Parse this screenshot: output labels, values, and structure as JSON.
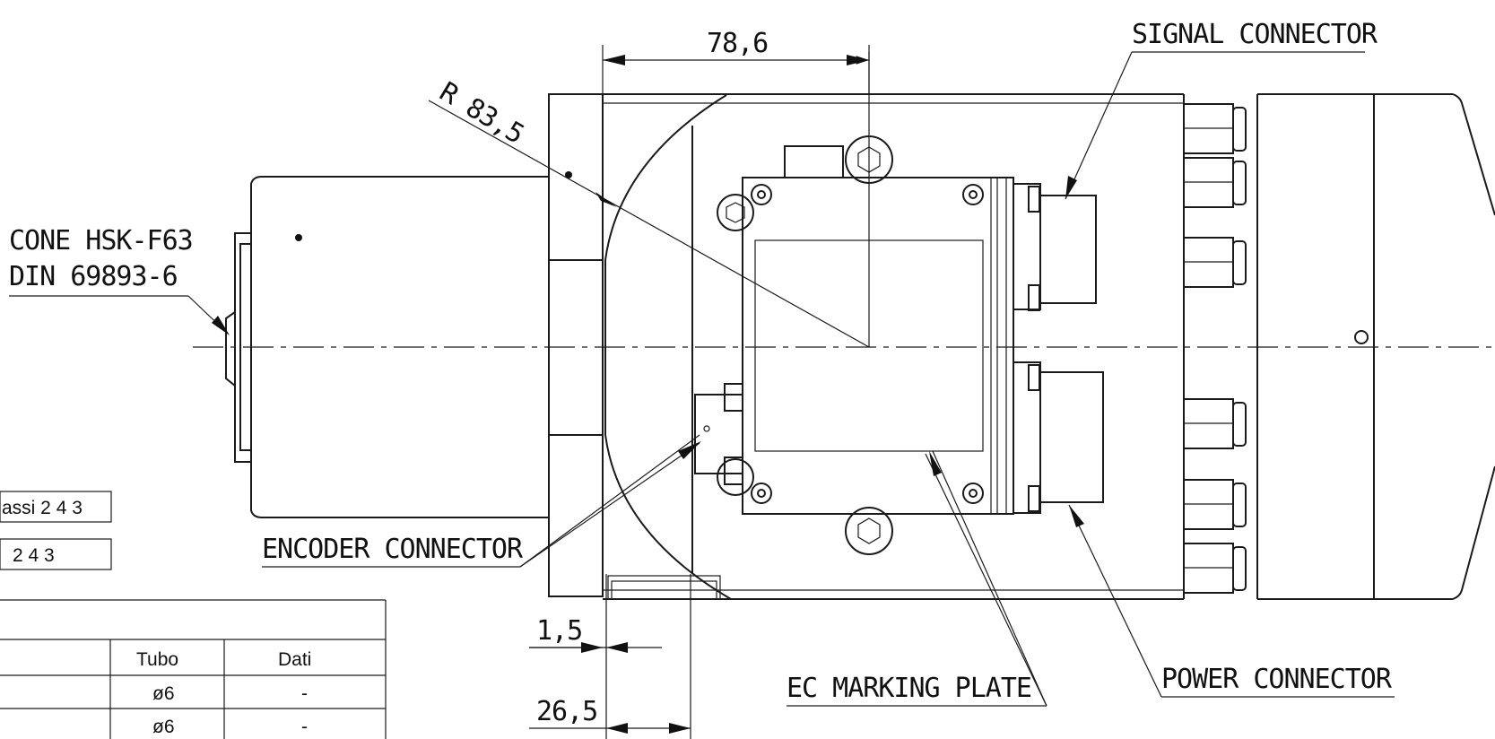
{
  "labels": {
    "signal_connector": "SIGNAL CONNECTOR",
    "cone_line1": "CONE HSK-F63",
    "cone_line2": "DIN 69893-6",
    "encoder_connector": "ENCODER CONNECTOR",
    "ec_marking_plate": "EC MARKING PLATE",
    "power_connector": "POWER CONNECTOR"
  },
  "dimensions": {
    "width": "78,6",
    "radius": "R 83,5",
    "gap": "1,5",
    "offset": "26,5"
  },
  "side_boxes": {
    "box1": "assi 2 4 3",
    "box2": "2 4 3"
  },
  "table": {
    "headers": [
      "Tubo",
      "Dati"
    ],
    "rows": [
      [
        "ø6",
        "-"
      ],
      [
        "ø6",
        "-"
      ]
    ]
  },
  "colors": {
    "ink": "#1a1a1a",
    "background": "#ffffff"
  }
}
